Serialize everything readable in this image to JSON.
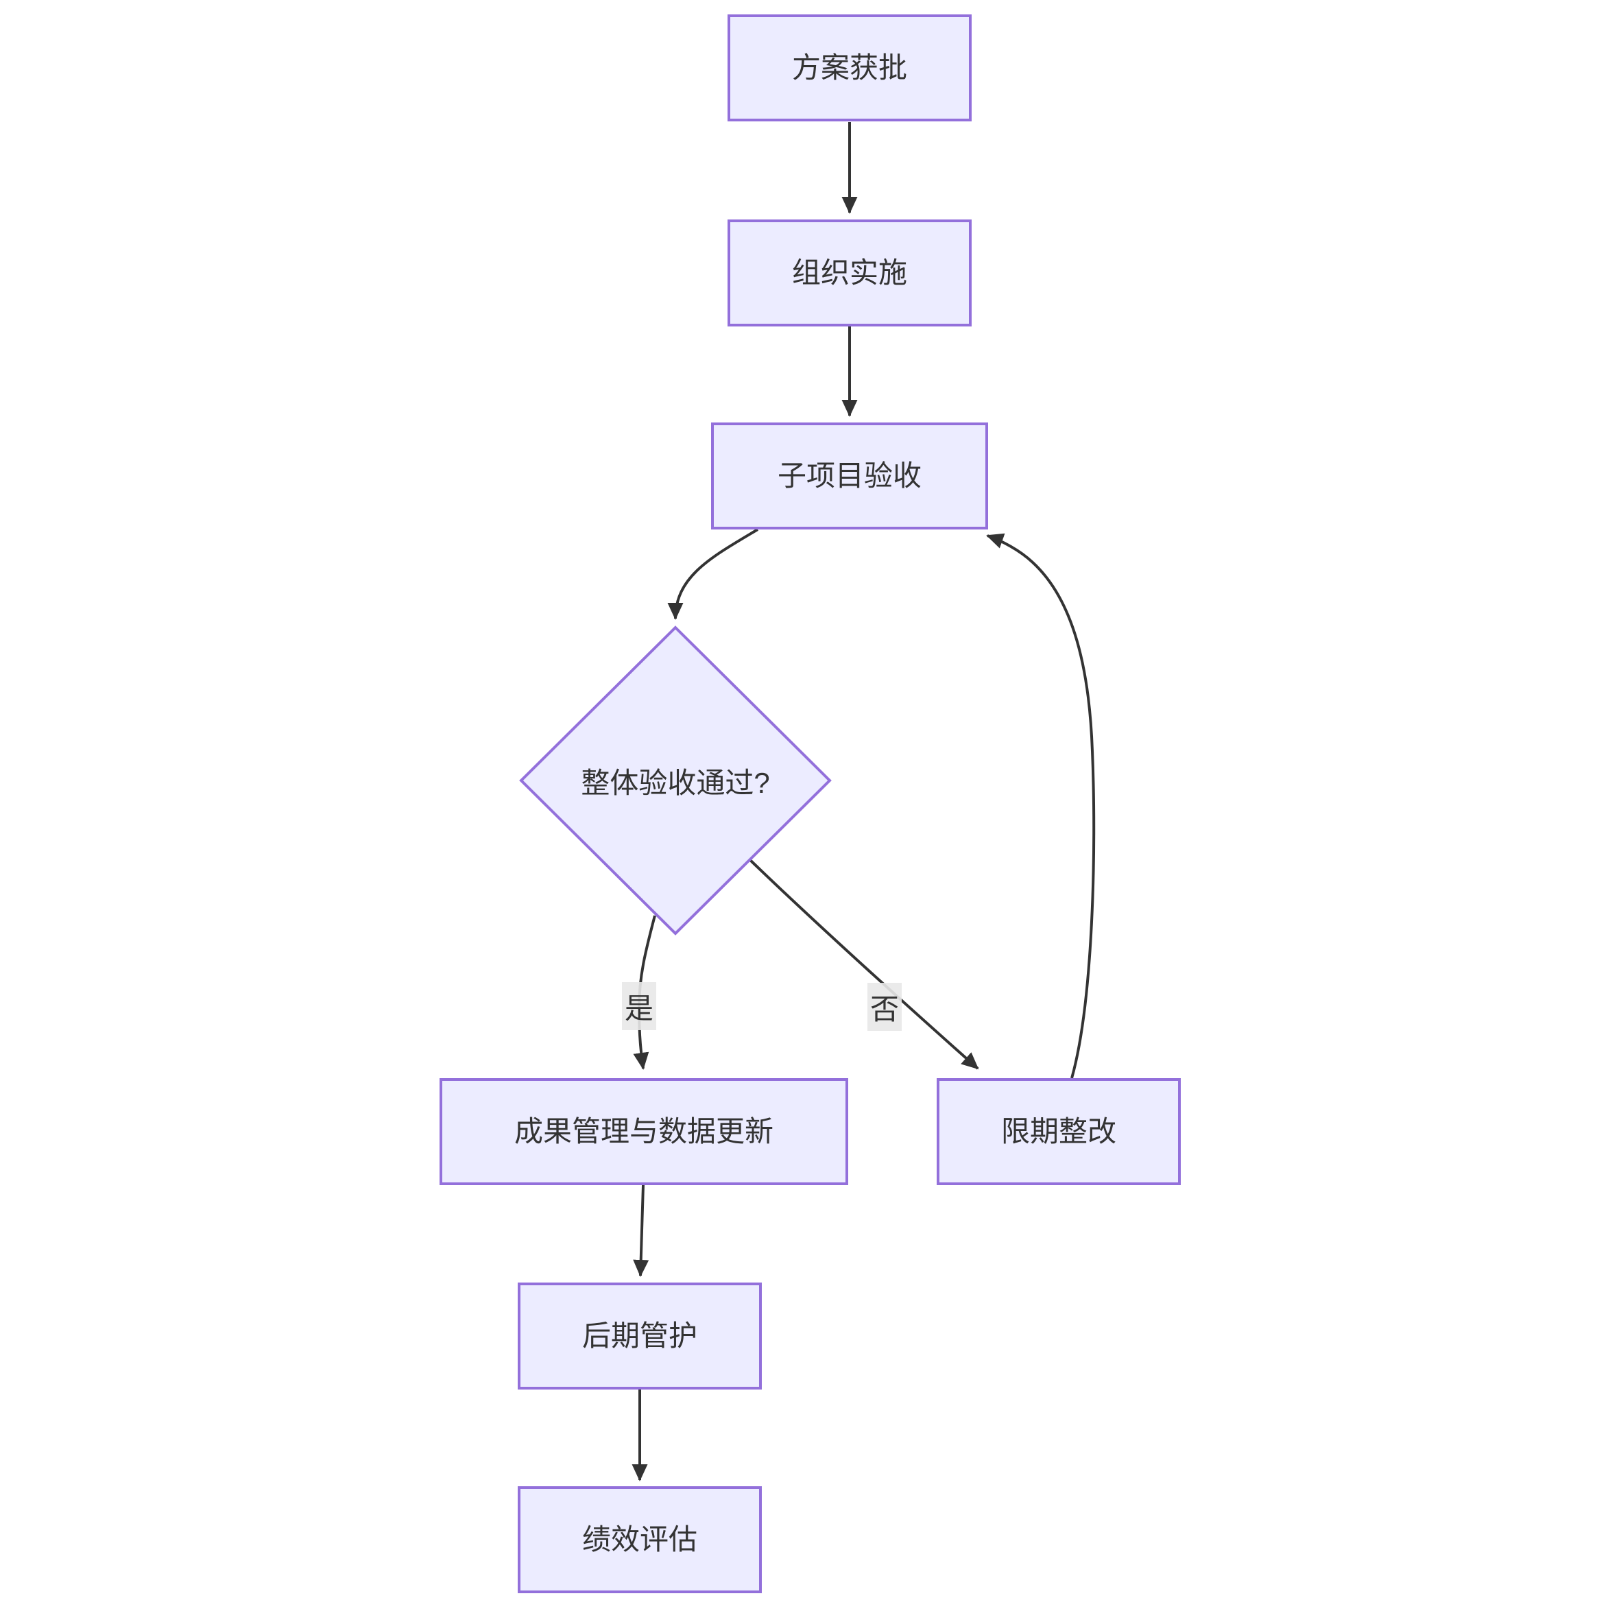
{
  "diagram": {
    "type": "flowchart",
    "direction": "top-down",
    "nodes": {
      "plan_approved": {
        "label": "方案获批",
        "shape": "rect"
      },
      "organize_impl": {
        "label": "组织实施",
        "shape": "rect"
      },
      "subproject_accept": {
        "label": "子项目验收",
        "shape": "rect"
      },
      "overall_pass": {
        "label": "整体验收通过?",
        "shape": "diamond"
      },
      "results_mgmt": {
        "label": "成果管理与数据更新",
        "shape": "rect"
      },
      "rectify": {
        "label": "限期整改",
        "shape": "rect"
      },
      "post_maintenance": {
        "label": "后期管护",
        "shape": "rect"
      },
      "perf_eval": {
        "label": "绩效评估",
        "shape": "rect"
      }
    },
    "edge_labels": {
      "yes": "是",
      "no": "否"
    },
    "edges": [
      {
        "from": "plan_approved",
        "to": "organize_impl",
        "label": ""
      },
      {
        "from": "organize_impl",
        "to": "subproject_accept",
        "label": ""
      },
      {
        "from": "subproject_accept",
        "to": "overall_pass",
        "label": ""
      },
      {
        "from": "overall_pass",
        "to": "results_mgmt",
        "label": "是"
      },
      {
        "from": "overall_pass",
        "to": "rectify",
        "label": "否"
      },
      {
        "from": "rectify",
        "to": "subproject_accept",
        "label": ""
      },
      {
        "from": "results_mgmt",
        "to": "post_maintenance",
        "label": ""
      },
      {
        "from": "post_maintenance",
        "to": "perf_eval",
        "label": ""
      }
    ],
    "colors": {
      "node_fill": "#ECECFF",
      "node_border": "#9370DB",
      "edge": "#333333",
      "text": "#333333",
      "edge_label_bg": "#E8E8E8",
      "canvas_bg": "#FFFFFF"
    }
  }
}
